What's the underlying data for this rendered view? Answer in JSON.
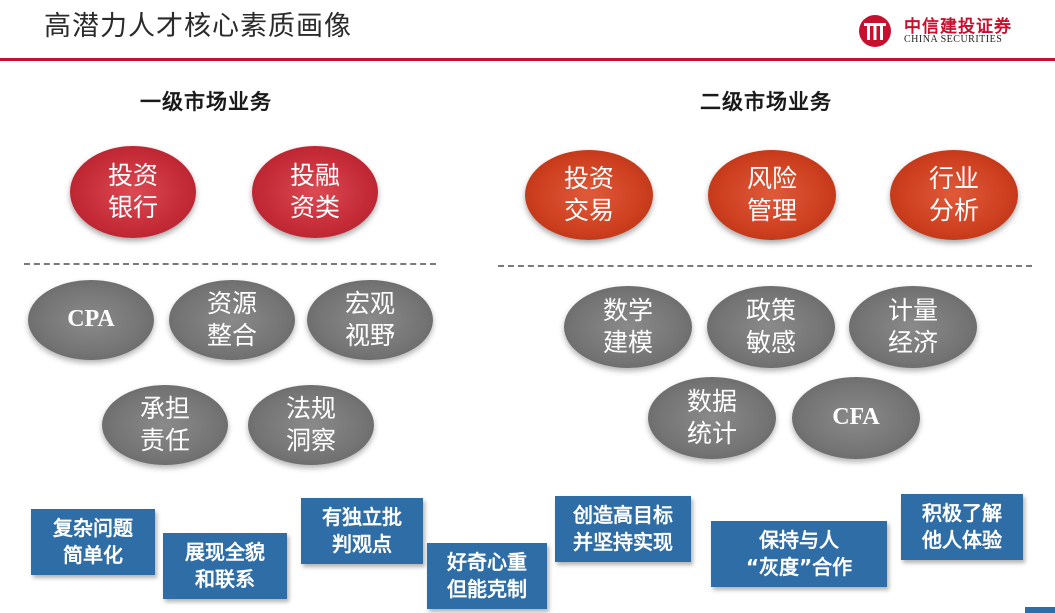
{
  "title": "高潜力人才核心素质画像",
  "logo": {
    "cn": "中信建投证券",
    "en": "CHINA SECURITIES",
    "mark_color": "#c8102e"
  },
  "primary": {
    "heading": "一级市场业务",
    "main": [
      "投资\n银行",
      "投融\n资类"
    ],
    "skills": [
      "CPA",
      "资源\n整合",
      "宏观\n视野",
      "承担\n责任",
      "法规\n洞察"
    ]
  },
  "secondary": {
    "heading": "二级市场业务",
    "main": [
      "投资\n交易",
      "风险\n管理",
      "行业\n分析"
    ],
    "skills": [
      "数学\n建模",
      "政策\n敏感",
      "计量\n经济",
      "数据\n统计",
      "CFA"
    ]
  },
  "traits": [
    "复杂问题\n简单化",
    "展现全貌\n和联系",
    "有独立批\n判观点",
    "好奇心重\n但能克制",
    "创造高目标\n并坚持实现",
    "保持与人\n“灰度”合作",
    "积极了解\n他人体验"
  ],
  "colors": {
    "accent": "#c8102e",
    "main_red": "#c32a36",
    "main_orange": "#cc3e1e",
    "skill_gray": "#747474",
    "trait_blue": "#2f6da6"
  }
}
